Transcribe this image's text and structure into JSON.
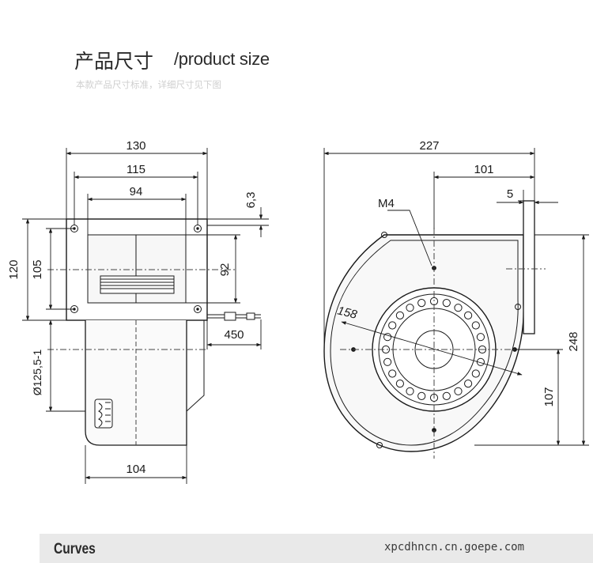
{
  "header": {
    "title_cn": "产品尺寸",
    "title_en": "/product size",
    "subtitle": "本款产品尺寸标准，详细尺寸见下图"
  },
  "front_view": {
    "dim_width_outer": "130",
    "dim_width_mid": "115",
    "dim_width_inner": "94",
    "dim_flange_thickness": "6,3",
    "dim_height_outer": "120",
    "dim_height_holes": "105",
    "dim_outlet_height": "92",
    "dim_cable_length": "450",
    "dim_body_diameter": "Ø125,5-1",
    "dim_body_width": "104"
  },
  "side_view": {
    "dim_total_width": "227",
    "dim_center_to_flange": "101",
    "dim_flange_depth": "5",
    "label_screw": "M4",
    "dim_hole_circle": "158",
    "dim_total_height": "248",
    "dim_center_height": "107"
  },
  "footer": {
    "section_label": "Curves",
    "watermark": "xpcdhncn.cn.goepe.com"
  },
  "colors": {
    "line": "#1a1a1a",
    "centerline": "#444444",
    "body_shade": "#f4f4f4",
    "bar_background": "#e9e9e9"
  }
}
